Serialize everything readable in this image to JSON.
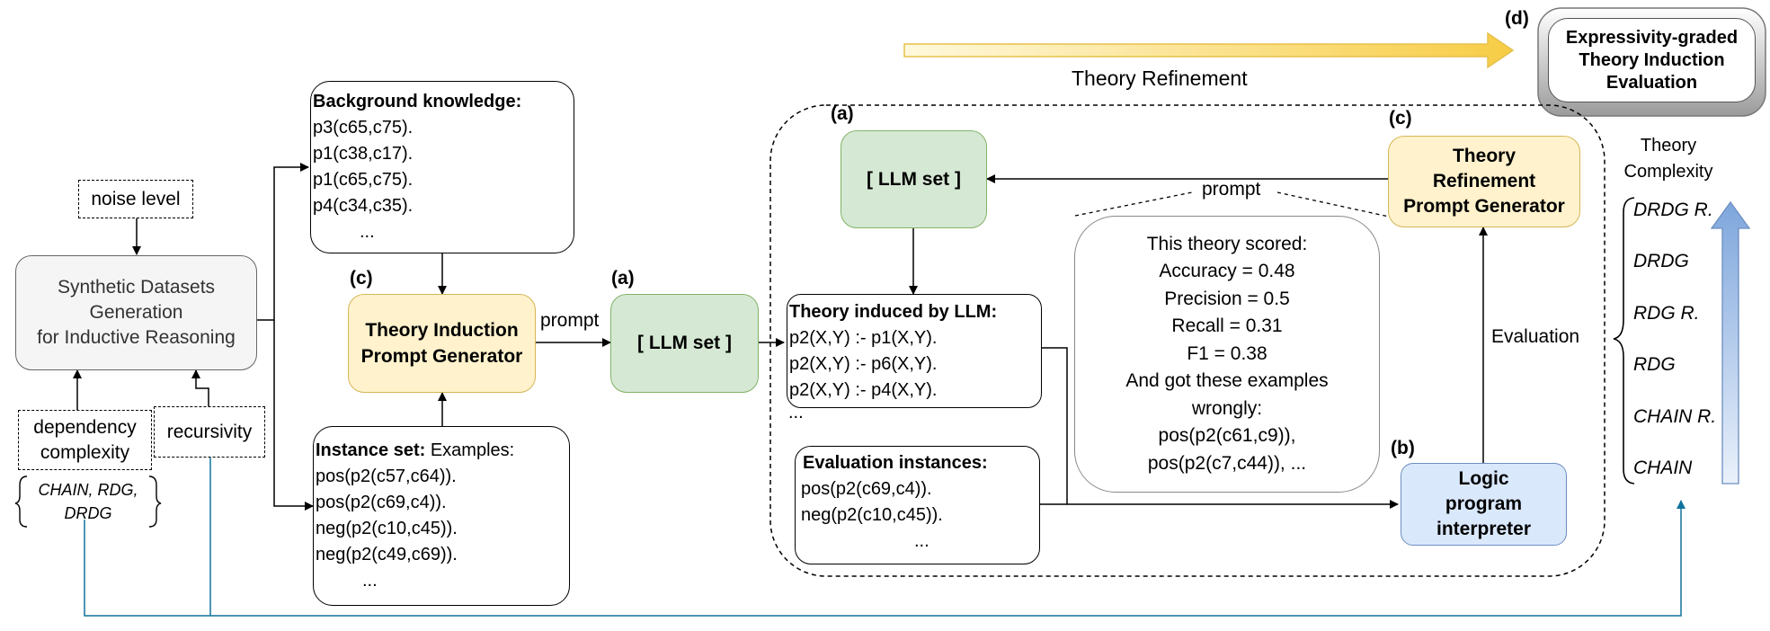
{
  "synthetic_generator": {
    "lines": [
      "Synthetic Datasets",
      "Generation",
      "for Inductive Reasoning"
    ]
  },
  "noise_level": "noise level",
  "dependency_complexity": {
    "lines": [
      "dependency",
      "complexity"
    ]
  },
  "recursivity": "recursivity",
  "dependency_options": {
    "lines": [
      "CHAIN, RDG,",
      "DRDG"
    ]
  },
  "background_knowledge": {
    "title": "Background knowledge:",
    "facts": [
      "p3(c65,c75).",
      "p1(c38,c17).",
      "p1(c65,c75).",
      "p4(c34,c35).",
      "..."
    ]
  },
  "instance_set": {
    "title": "Instance set:",
    "subtitle": " Examples:",
    "examples": [
      "pos(p2(c57,c64)).",
      "pos(p2(c69,c4)).",
      "neg(p2(c10,c45)).",
      "neg(p2(c49,c69)).",
      "..."
    ]
  },
  "induction_generator": {
    "tag": "(c)",
    "lines": [
      "Theory Induction",
      "Prompt Generator"
    ]
  },
  "llm_set_main": {
    "tag": "(a)",
    "label": "[ LLM set ]"
  },
  "prompt_label": "prompt",
  "llm_set_loop": {
    "tag": "(a)",
    "label": "[ LLM set ]"
  },
  "induced_theory": {
    "title": "Theory induced by LLM:",
    "rules": [
      "p2(X,Y) :- p1(X,Y).",
      "p2(X,Y) :- p6(X,Y).",
      "p2(X,Y) :- p4(X,Y)."
    ],
    "more": "..."
  },
  "evaluation_instances": {
    "title": "Evaluation instances:",
    "items": [
      "pos(p2(c69,c4)).",
      "neg(p2(c10,c45))."
    ],
    "more": "..."
  },
  "refinement_prompt_label": "prompt",
  "feedback_prompt": {
    "lines": [
      "This theory scored:",
      "Accuracy = 0.48",
      "Precision = 0.5",
      "Recall = 0.31",
      "F1 = 0.38",
      "And got these examples",
      "wrongly:",
      "pos(p2(c61,c9)),",
      "pos(p2(c7,c44)), ..."
    ]
  },
  "refinement_generator": {
    "tag": "(c)",
    "lines": [
      "Theory",
      "Refinement",
      "Prompt Generator"
    ]
  },
  "interpreter": {
    "tag": "(b)",
    "lines": [
      "Logic",
      "program",
      "interpreter"
    ]
  },
  "evaluation_label": "Evaluation",
  "theory_refinement_label": "Theory Refinement",
  "expressivity_eval": {
    "tag": "(d)",
    "lines": [
      "Expressivity-graded",
      "Theory Induction",
      "Evaluation"
    ]
  },
  "theory_complexity": {
    "title_lines": [
      "Theory",
      "Complexity"
    ],
    "levels": [
      "DRDG R.",
      "DRDG",
      "RDG R.",
      "RDG",
      "CHAIN R.",
      "CHAIN"
    ]
  },
  "colors": {
    "yellow_fill": "#fff2cc",
    "yellow_border": "#d6b656",
    "green_fill": "#d5e8d4",
    "green_border": "#82b366",
    "blue_fill": "#dae8fc",
    "blue_border": "#6c8ebf",
    "teal_line": "#10739e",
    "gray_fill": "#f5f5f5"
  }
}
